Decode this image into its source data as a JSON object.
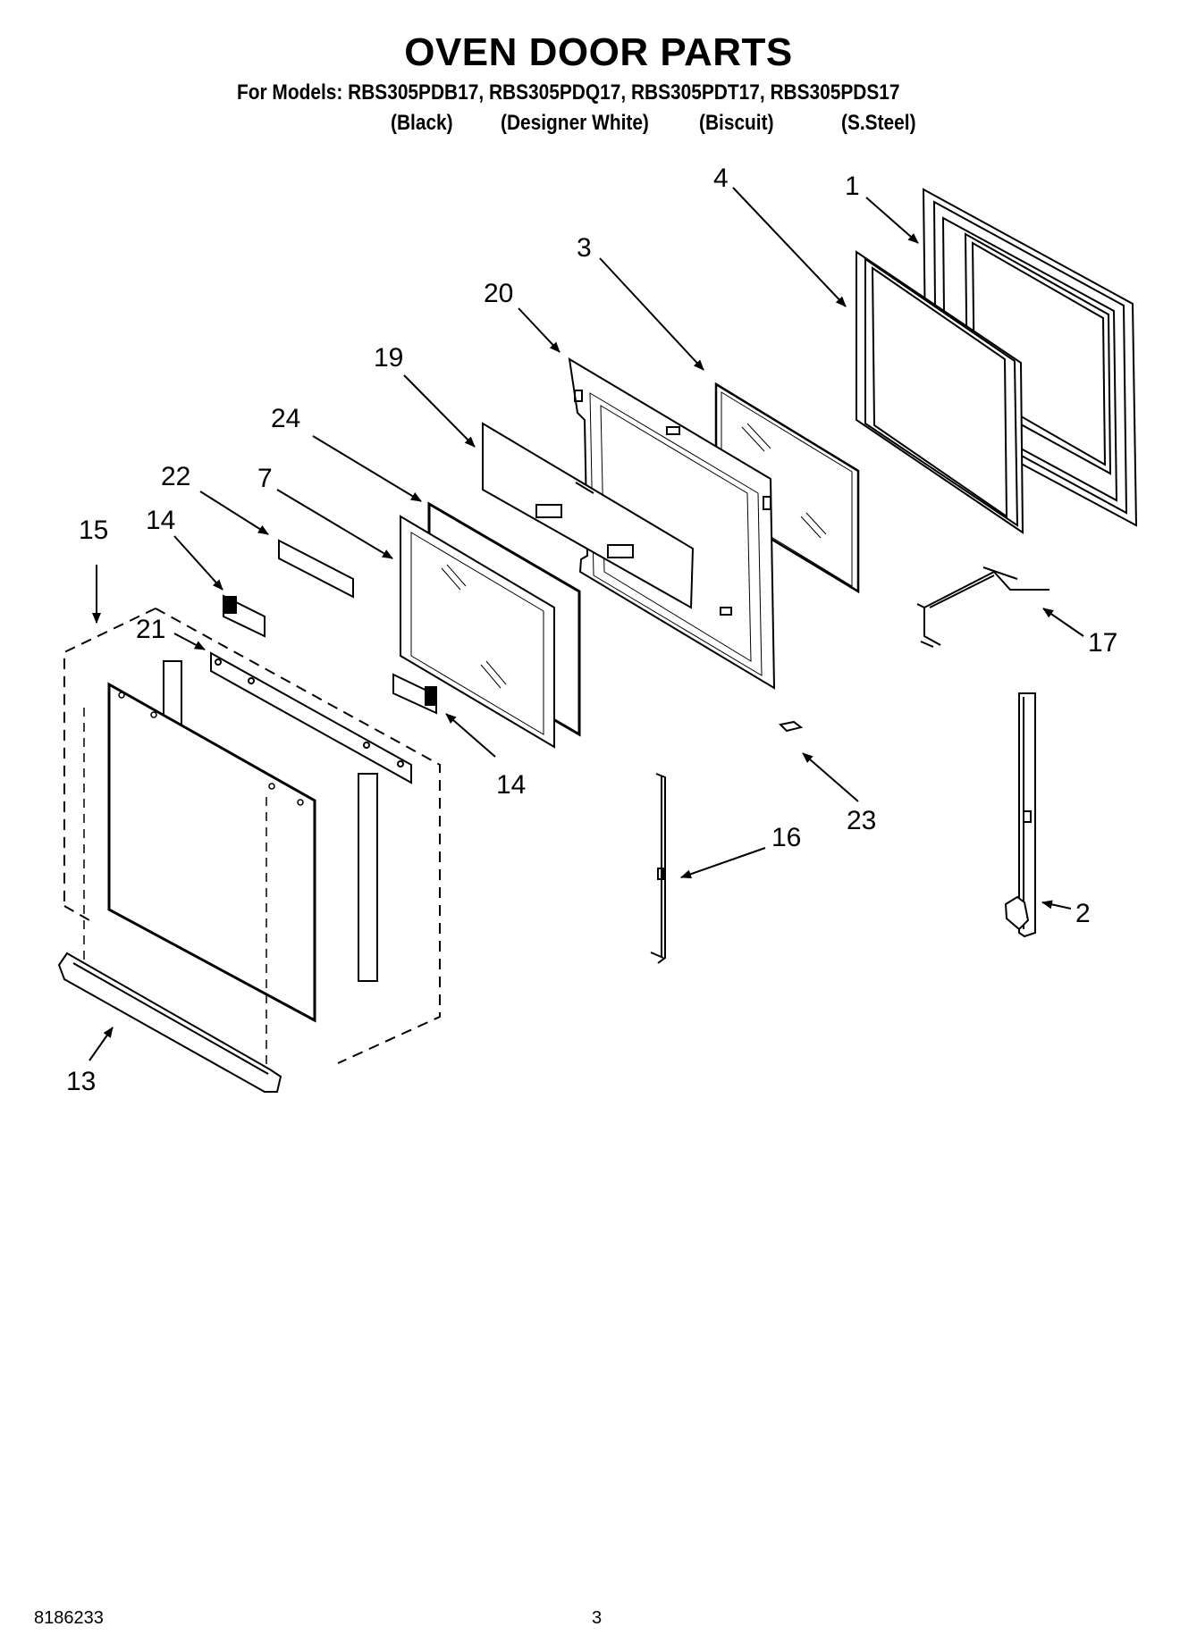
{
  "header": {
    "title": "OVEN DOOR PARTS",
    "models_line": "For Models: RBS305PDB17, RBS305PDQ17, RBS305PDT17, RBS305PDS17",
    "finishes": [
      "(Black)",
      "(Designer White)",
      "(Biscuit)",
      "(S.Steel)"
    ]
  },
  "callouts": [
    {
      "id": "c1",
      "label": "1"
    },
    {
      "id": "c2",
      "label": "2"
    },
    {
      "id": "c3",
      "label": "3"
    },
    {
      "id": "c4",
      "label": "4"
    },
    {
      "id": "c7",
      "label": "7"
    },
    {
      "id": "c13",
      "label": "13"
    },
    {
      "id": "c14a",
      "label": "14"
    },
    {
      "id": "c14b",
      "label": "14"
    },
    {
      "id": "c15",
      "label": "15"
    },
    {
      "id": "c16",
      "label": "16"
    },
    {
      "id": "c17",
      "label": "17"
    },
    {
      "id": "c19",
      "label": "19"
    },
    {
      "id": "c20",
      "label": "20"
    },
    {
      "id": "c21",
      "label": "21"
    },
    {
      "id": "c22",
      "label": "22"
    },
    {
      "id": "c23",
      "label": "23"
    },
    {
      "id": "c24",
      "label": "24"
    }
  ],
  "footer": {
    "doc_number": "8186233",
    "page_number": "3"
  }
}
